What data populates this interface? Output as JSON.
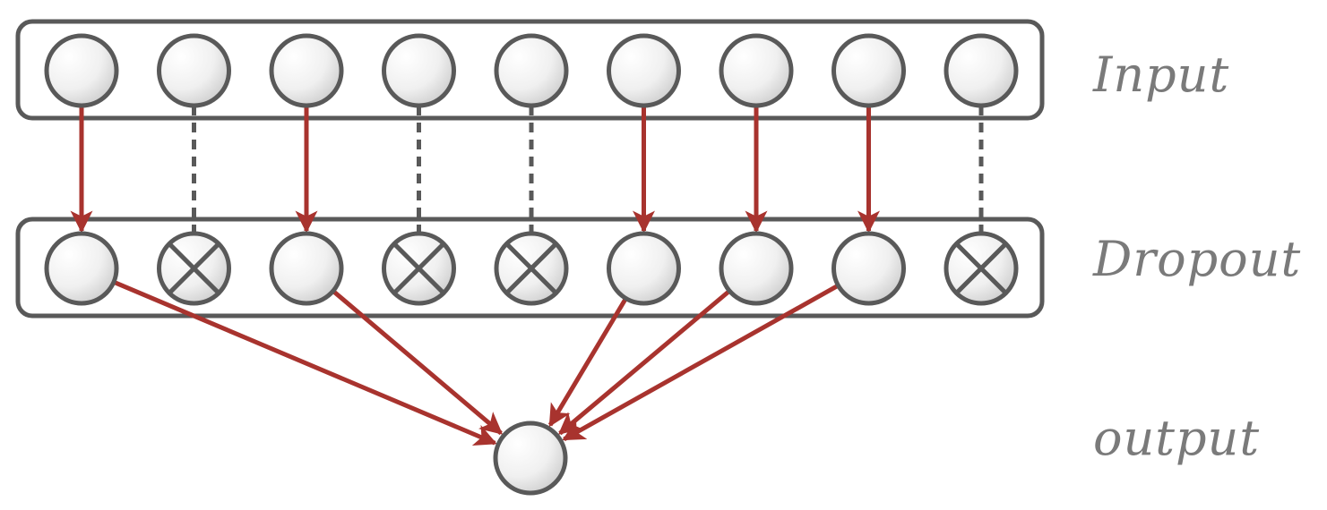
{
  "labels": {
    "input": "Input",
    "dropout": "Dropout",
    "output": "output"
  },
  "network": {
    "input_nodes": 9,
    "dropped": [
      false,
      true,
      false,
      true,
      true,
      false,
      false,
      false,
      true
    ],
    "output_nodes": 1
  },
  "colors": {
    "node_stroke": "#595959",
    "node_fill_light": "#ffffff",
    "node_fill_dark": "#cfcfcf",
    "active_edge": "#a8332e",
    "dropped_edge": "#595959",
    "box_stroke": "#595959",
    "label": "#7a7a7a"
  }
}
